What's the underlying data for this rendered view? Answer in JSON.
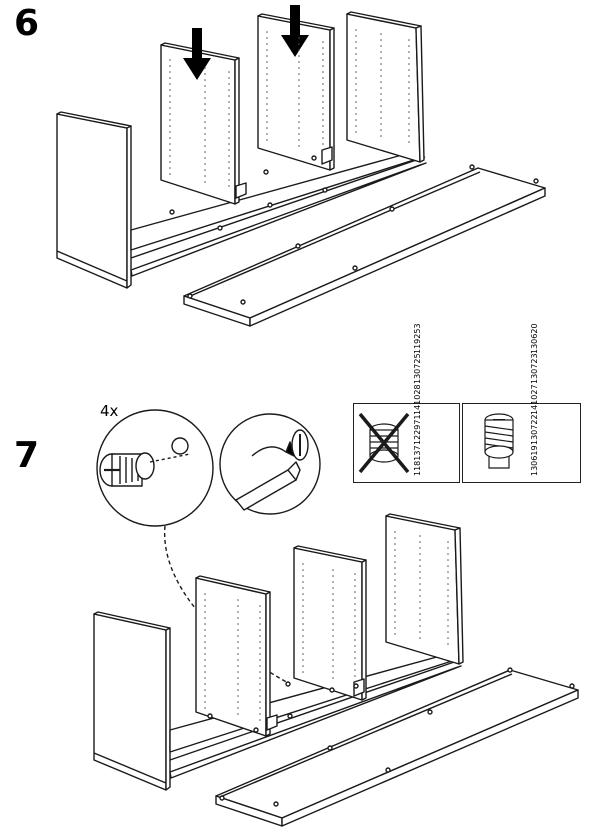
{
  "steps": [
    {
      "number": "6"
    },
    {
      "number": "7",
      "quantity_label": "4x"
    }
  ],
  "hardware_boxes": {
    "incorrect": {
      "codes": [
        "118137",
        "122971",
        "141028",
        "130725",
        "119253"
      ]
    },
    "correct": {
      "codes": [
        "130619",
        "130722",
        "141027",
        "130723",
        "130620"
      ]
    }
  },
  "colors": {
    "line": "#1a1a1a",
    "panel_fill": "#ffffff",
    "hole_dots": "#555555"
  }
}
